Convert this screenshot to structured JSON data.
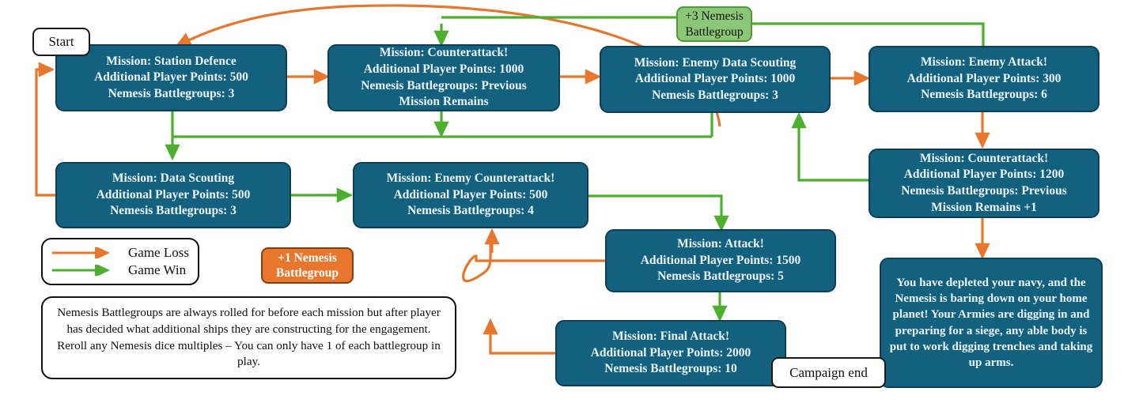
{
  "colors": {
    "node_fill": "#14607f",
    "node_border": "#0d3f55",
    "node_text": "#eaf6fb",
    "loss_arrow": "#e8762c",
    "win_arrow": "#4caf2e",
    "badge_green_fill": "#8cc778",
    "badge_green_border": "#4e9a39",
    "badge_orange_fill": "#e8762c",
    "badge_orange_border": "#8a3d12",
    "page_bg": "#ffffff"
  },
  "markers": {
    "start_label": "Start",
    "campaign_end_label": "Campaign end"
  },
  "badges": {
    "plus_three": {
      "line1": "+3 Nemesis",
      "line2": "Battlegroup"
    },
    "plus_one": {
      "line1": "+1 Nemesis",
      "line2": "Battlegroup"
    }
  },
  "legend": {
    "items": [
      {
        "label": "Game Loss",
        "color": "#e8762c"
      },
      {
        "label": "Game Win",
        "color": "#4caf2e"
      }
    ]
  },
  "note": {
    "text": "Nemesis Battlegroups are always rolled for before each mission but after player has decided what additional ships they are constructing for the engagement. Reroll any Nemesis dice multiples – You can only have 1 of each battlegroup in play."
  },
  "nodes": [
    {
      "id": "station-defence",
      "lines": [
        "Mission: Station Defence",
        "Additional Player Points: 500",
        "Nemesis Battlegroups: 3"
      ]
    },
    {
      "id": "counterattack-1000",
      "lines": [
        "Mission: Counterattack!",
        "Additional Player Points: 1000",
        "Nemesis Battlegroups: Previous",
        "Mission Remains"
      ]
    },
    {
      "id": "enemy-data-scouting",
      "lines": [
        "Mission: Enemy Data Scouting",
        "Additional Player Points: 1000",
        "Nemesis Battlegroups: 3"
      ]
    },
    {
      "id": "enemy-attack",
      "lines": [
        "Mission: Enemy Attack!",
        "Additional Player Points: 300",
        "Nemesis Battlegroups: 6"
      ]
    },
    {
      "id": "data-scouting",
      "lines": [
        "Mission: Data Scouting",
        "Additional Player Points: 500",
        "Nemesis Battlegroups: 3"
      ]
    },
    {
      "id": "enemy-counterattack",
      "lines": [
        "Mission: Enemy Counterattack!",
        "Additional Player Points: 500",
        "Nemesis Battlegroups: 4"
      ]
    },
    {
      "id": "counterattack-1200",
      "lines": [
        "Mission: Counterattack!",
        "Additional Player Points: 1200",
        "Nemesis Battlegroups: Previous",
        "Mission Remains +1"
      ]
    },
    {
      "id": "attack",
      "lines": [
        "Mission: Attack!",
        "Additional Player Points: 1500",
        "Nemesis Battlegroups: 5"
      ]
    },
    {
      "id": "final-attack",
      "lines": [
        "Mission: Final Attack!",
        "Additional Player Points: 2000",
        "Nemesis Battlegroups: 10"
      ]
    }
  ],
  "ending": {
    "text": "You have depleted your navy, and the Nemesis is baring down on your home planet! Your Armies are digging in and preparing for a siege, any able body is put to work digging trenches and taking up arms."
  }
}
